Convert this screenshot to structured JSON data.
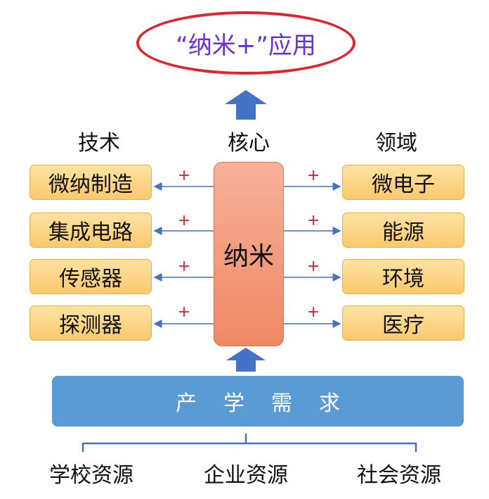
{
  "title": "“纳米+”应用",
  "headers": {
    "technology": "技术",
    "core": "核心",
    "fields": "领域"
  },
  "core_label": "纳米",
  "plus_sign": "+",
  "technologies": [
    "微纳制造",
    "集成电路",
    "传感器",
    "探测器"
  ],
  "fields": [
    "微电子",
    "能源",
    "环境",
    "医疗"
  ],
  "demand_bar": "产学需求",
  "resources": [
    "学校资源",
    "企业资源",
    "社会资源"
  ],
  "colors": {
    "ellipse_border": "#e0232c",
    "title_text": "#6a2fd4",
    "box_fill": "#fbc96c",
    "core_fill": "#ee8864",
    "arrow_blue": "#4472c4",
    "bar_fill": "#5b9bd5",
    "plus_red": "#e0232c"
  }
}
